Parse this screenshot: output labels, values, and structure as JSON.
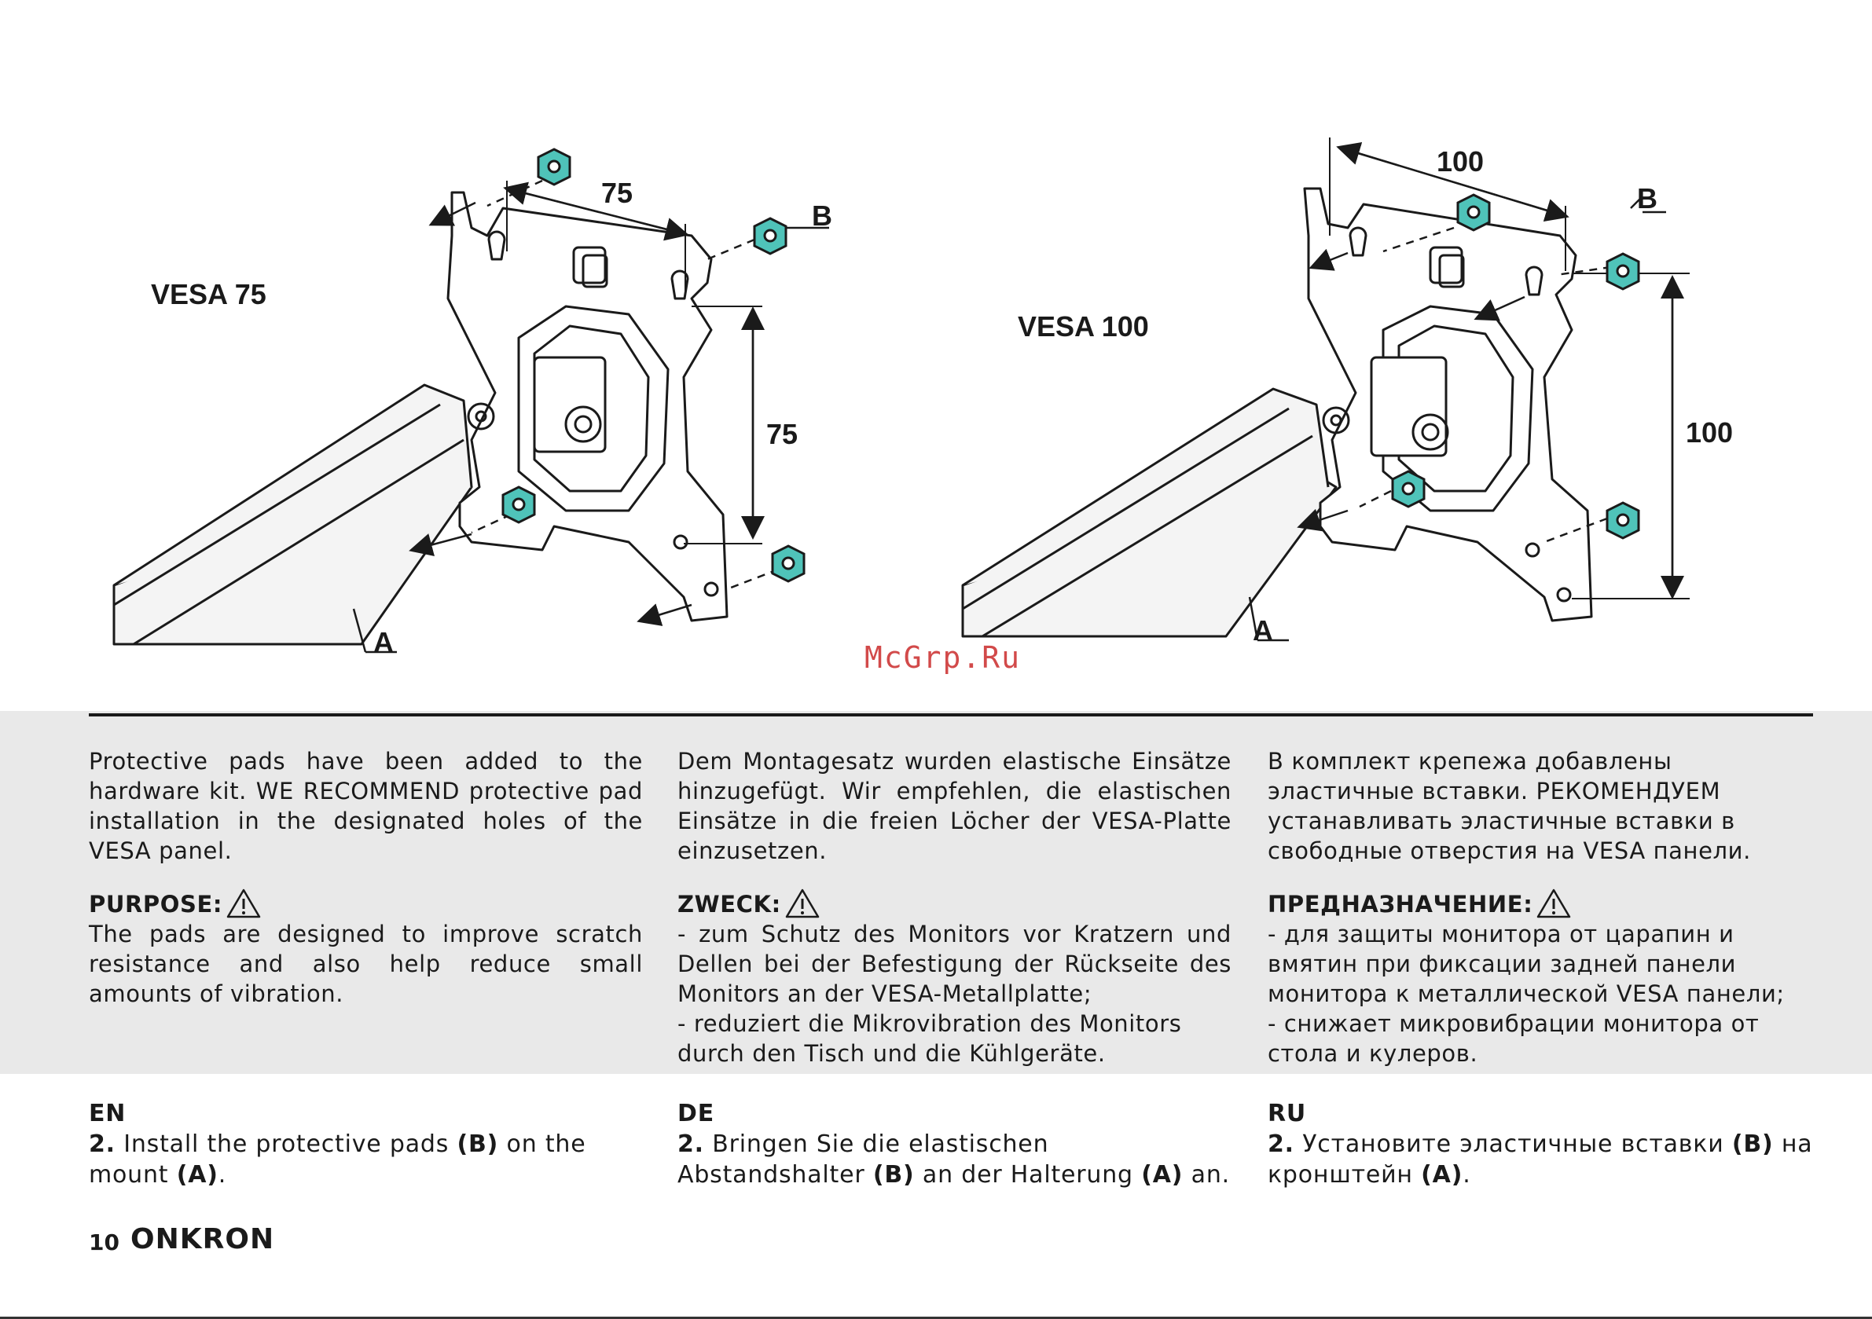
{
  "diagram": {
    "left_title": "VESA 75",
    "right_title": "VESA 100",
    "left_dim_h": "75",
    "left_dim_v": "75",
    "right_dim_h": "100",
    "right_dim_v": "100",
    "label_b": "B",
    "label_a": "A",
    "pad_color": "#4fc3b9"
  },
  "watermark": "McGrp.Ru",
  "columns": {
    "en": {
      "intro": "Protective pads have been added to the hardware kit. WE RECOMMEND protective pad installation in the designated holes of the VESA panel.",
      "heading": "PURPOSE:",
      "body": "The pads are designed to improve scratch resistance and also help reduce small amounts of vibration."
    },
    "de": {
      "intro": "Dem Montagesatz wurden elastische Einsätze hinzugefügt. Wir empfehlen, die elastischen Einsätze in die freien Löcher der VESA-Platte einzusetzen.",
      "heading": "ZWECK:",
      "body1": "- zum Schutz des Monitors vor Kratzern und Dellen bei der Befestigung der Rückseite des Monitors an der VESA-Metallplatte;",
      "body2": "- reduziert die Mikrovibration des Monitors durch den Tisch und die Kühlgeräte."
    },
    "ru": {
      "intro": "В комплект крепежа добавлены эластичные вставки. РЕКОМЕНДУЕМ устанавливать эластичные вставки в свободные отверстия на VESA панели.",
      "heading": "ПРЕДНАЗНАЧЕНИЕ:",
      "body1": "- для защиты монитора от царапин и вмятин при фиксации задней панели монитора к металлической VESA панели;",
      "body2": "- снижает микровибрации монитора от стола и кулеров."
    }
  },
  "steps": {
    "en": {
      "lang": "EN",
      "num": "2.",
      "t1": " Install the protective pads ",
      "b": "(B)",
      "t2": " on the mount ",
      "a": "(A)",
      "t3": "."
    },
    "de": {
      "lang": "DE",
      "num": "2.",
      "t1": " Bringen Sie die elastischen Abstandshalter ",
      "b": "(B)",
      "t2": " an der Halterung ",
      "a": "(A)",
      "t3": " an."
    },
    "ru": {
      "lang": "RU",
      "num": "2.",
      "t1": " Установите эластичные вставки ",
      "b": "(B)",
      "t2": " на кронштейн ",
      "a": "(A)",
      "t3": "."
    }
  },
  "footer": {
    "page_number": "10",
    "brand": "ONKRON"
  }
}
